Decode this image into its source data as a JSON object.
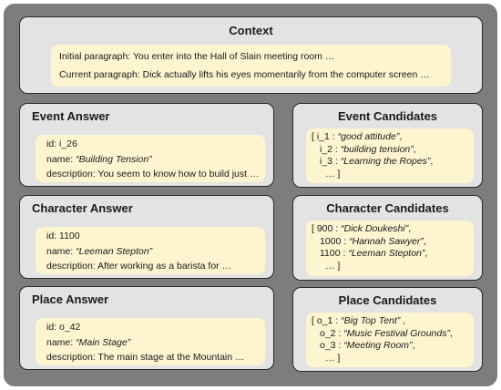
{
  "context": {
    "title": "Context",
    "initial": "Initial paragraph: You enter into the Hall of Slain meeting room …",
    "current": "Current paragraph:  Dick actually lifts his eyes momentarily from the computer screen …"
  },
  "answers": [
    {
      "title": "Event Answer",
      "id": "id: i_26",
      "name_prefix": "name: ",
      "name_value": "“Building Tension”",
      "description": "description: You seem to know how to build just …"
    },
    {
      "title": "Character Answer",
      "id": "id: 1100",
      "name_prefix": "name: ",
      "name_value": "“Leeman Stepton”",
      "description": "description: After working as a barista for …"
    },
    {
      "title": "Place Answer",
      "id": "id: o_42",
      "name_prefix": "name: ",
      "name_value": "“Main Stage”",
      "description": "description: The main stage at the Mountain …"
    }
  ],
  "candidates": [
    {
      "title": "Event Candidates",
      "items": [
        {
          "open": "[ ",
          "key": "i_1 : ",
          "value": "“good attitude”",
          "sep": ","
        },
        {
          "open": "",
          "key": "i_2 : ",
          "value": "“building tension”",
          "sep": ","
        },
        {
          "open": "",
          "key": "i_3 : ",
          "value": "“Learning the Ropes”",
          "sep": ","
        }
      ],
      "close": "… ]"
    },
    {
      "title": "Character Candidates",
      "items": [
        {
          "open": "[ ",
          "key": "900 : ",
          "value": "“Dick Doukeshi”",
          "sep": ","
        },
        {
          "open": "",
          "key": "1000 : ",
          "value": "“Hannah Sawyer”",
          "sep": ","
        },
        {
          "open": "",
          "key": "1100 : ",
          "value": "“Leeman Stepton”",
          "sep": ","
        }
      ],
      "close": "… ]"
    },
    {
      "title": "Place Candidates",
      "items": [
        {
          "open": "[ ",
          "key": "o_1 : ",
          "value": "“Big Top Tent”",
          "sep": " ,"
        },
        {
          "open": "",
          "key": "o_2 : ",
          "value": "“Music Festival Grounds”",
          "sep": ","
        },
        {
          "open": "",
          "key": "o_3 : ",
          "value": "“Meeting Room”",
          "sep": ","
        }
      ],
      "close": "… ]"
    }
  ],
  "colors": {
    "frame": "#7d7d7d",
    "panel": "#e3e3e3",
    "card": "#fdf4d0",
    "border": "#2b2b2b"
  }
}
